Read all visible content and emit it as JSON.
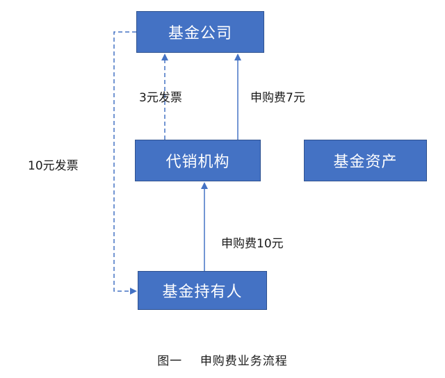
{
  "nodes": {
    "fund_company": "基金公司",
    "agency": "代销机构",
    "fund_assets": "基金资产",
    "holder": "基金持有人"
  },
  "edges": {
    "invoice_3": "3元发票",
    "fee_7": "申购费7元",
    "invoice_10": "10元发票",
    "fee_10": "申购费10元"
  },
  "caption": {
    "figure_no": "图一",
    "title": "申购费业务流程"
  },
  "colors": {
    "box_fill": "#4472c4",
    "box_border": "#2f528f",
    "box_text": "#ffffff",
    "arrow": "#4472c4",
    "label_text": "#1a1a1a"
  }
}
